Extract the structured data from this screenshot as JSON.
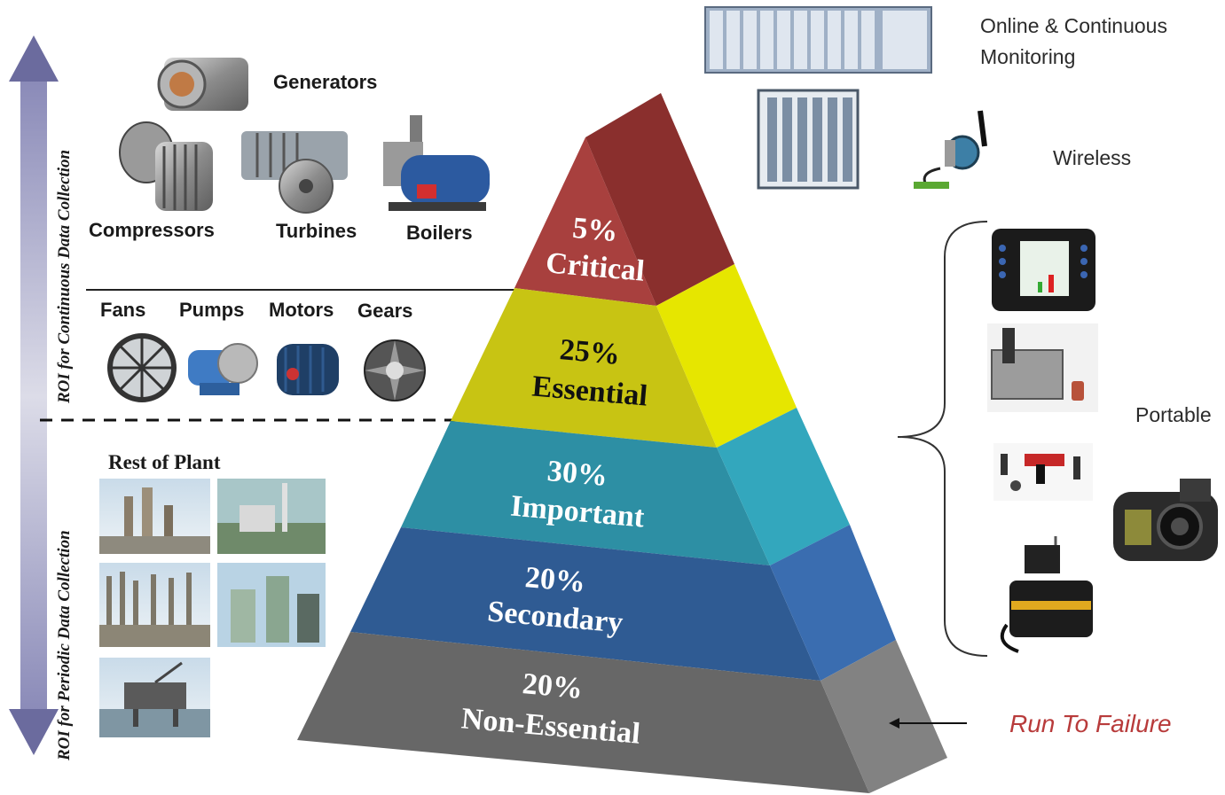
{
  "axis": {
    "top_label": "ROI for Continuous Data Collection",
    "bottom_label": "ROI for Periodic Data Collection"
  },
  "equipment": {
    "generators": "Generators",
    "compressors": "Compressors",
    "turbines": "Turbines",
    "boilers": "Boilers",
    "fans": "Fans",
    "pumps": "Pumps",
    "motors": "Motors",
    "gears": "Gears",
    "rest_of_plant": "Rest of Plant"
  },
  "pyramid": {
    "tiers": [
      {
        "percent": "5%",
        "name": "Critical",
        "front": "#a8403e",
        "side": "#8a2f2d"
      },
      {
        "percent": "25%",
        "name": "Essential",
        "front": "#c8c413",
        "side": "#e6e600"
      },
      {
        "percent": "30%",
        "name": "Important",
        "front": "#2d8fa4",
        "side": "#33a7bd"
      },
      {
        "percent": "20%",
        "name": "Secondary",
        "front": "#2f5b93",
        "side": "#3a6db0"
      },
      {
        "percent": "20%",
        "name": "Non-Essential",
        "front": "#676767",
        "side": "#828282"
      }
    ]
  },
  "monitoring": {
    "online": [
      "Online & Continuous",
      "Monitoring"
    ],
    "wireless": "Wireless",
    "portable": "Portable",
    "run_to_failure": "Run To Failure"
  },
  "colors": {
    "arrow": "#6b6b9e",
    "run_to_failure": "#b83b3b"
  }
}
